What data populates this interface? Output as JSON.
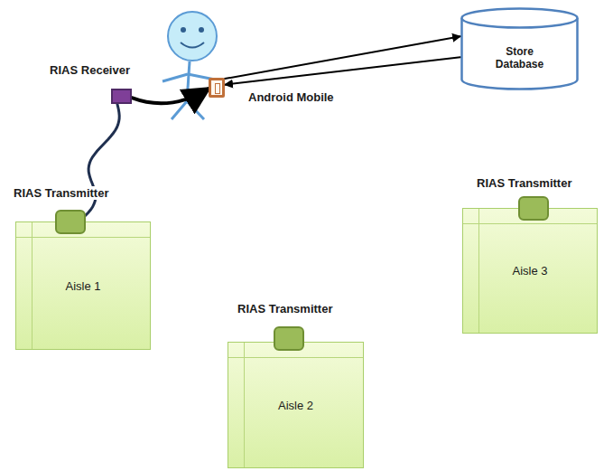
{
  "diagram": {
    "nodes": [
      {
        "text": [
          "Store Database"
        ]
      },
      {
        "text": [
          "RIAS Receiver"
        ]
      },
      {
        "text": [
          "Android Mobile"
        ]
      },
      {
        "text": [
          "RIAS Transmitter",
          "Aisle 1"
        ]
      },
      {
        "text": [
          "RIAS Transmitter",
          "Aisle 2"
        ]
      },
      {
        "text": [
          "RIAS Transmitter",
          "Aisle 3"
        ]
      }
    ],
    "edges": [
      {
        "from": 2,
        "to": 0,
        "arrow": "to"
      },
      {
        "from": 0,
        "to": 2,
        "arrow": "to"
      },
      {
        "from": 3,
        "to": 1,
        "arrow": "none"
      },
      {
        "from": 1,
        "to": 2,
        "arrow": "to"
      }
    ]
  }
}
